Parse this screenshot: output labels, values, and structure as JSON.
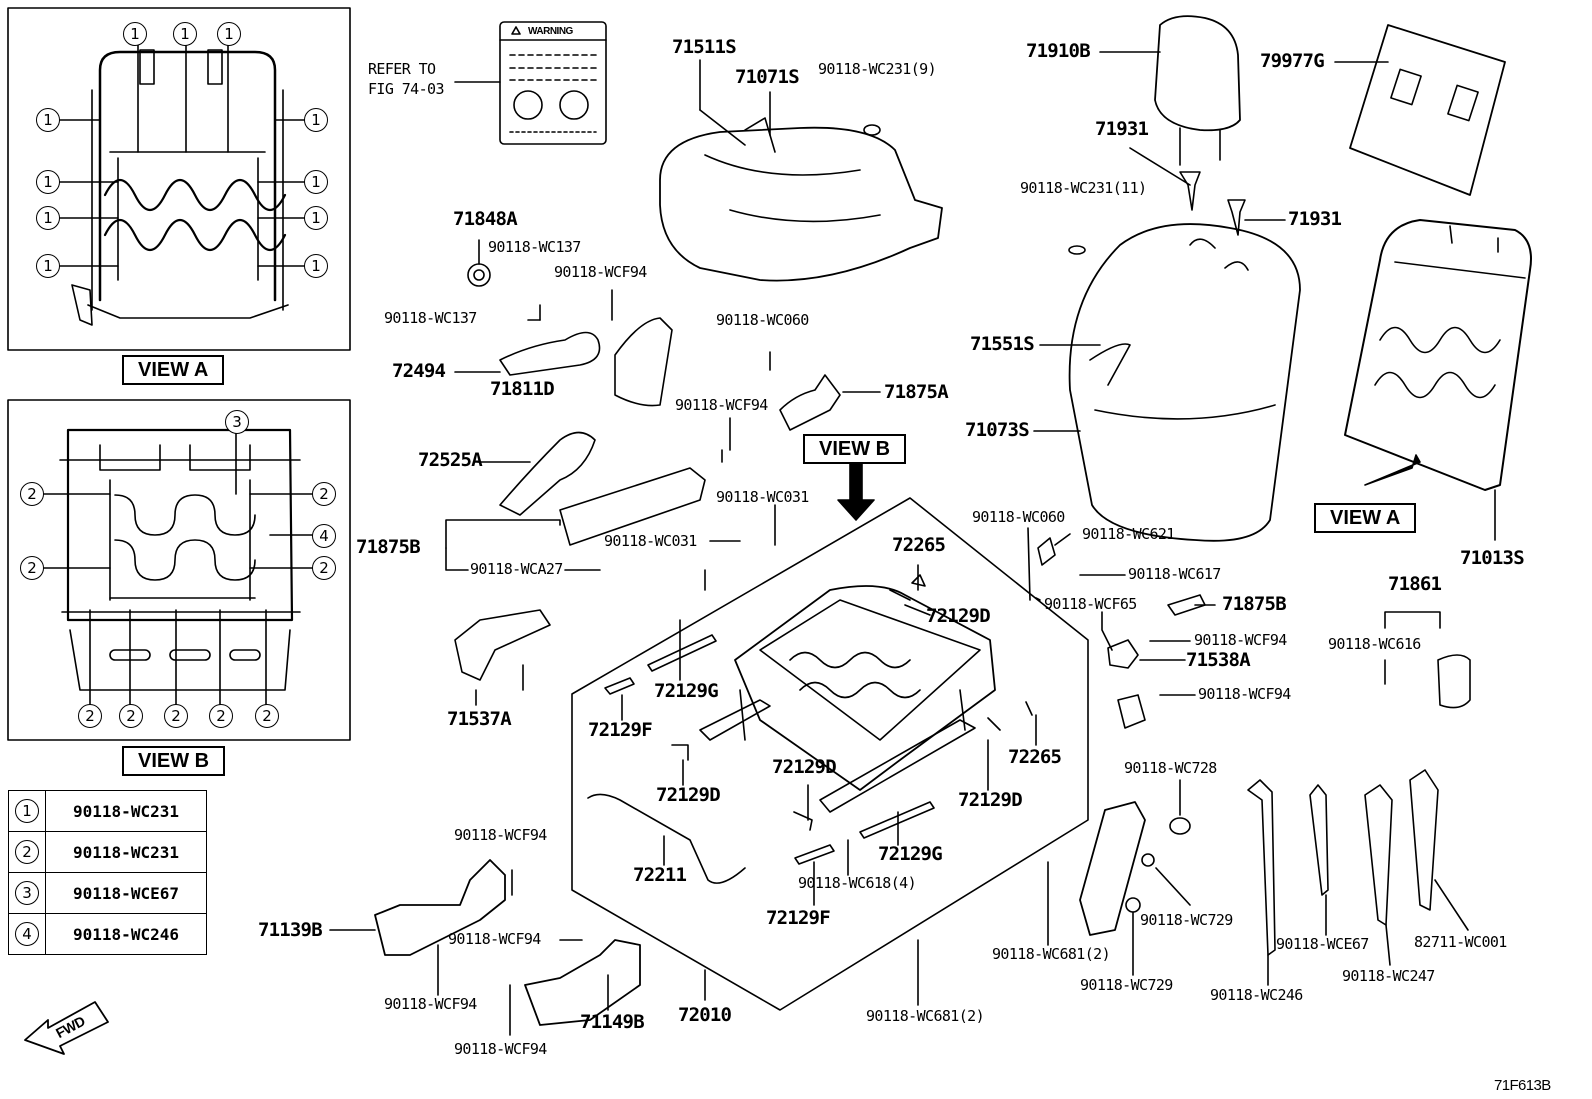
{
  "views": {
    "view_a": "VIEW A",
    "view_b": "VIEW B",
    "view_b_arrow": "VIEW B",
    "view_a_arrow": "VIEW A"
  },
  "refer": {
    "line1": "REFER TO",
    "line2": "FIG 74-03"
  },
  "warning_label": "WARNING",
  "fwd": "FWD",
  "figure_code": "71F613B",
  "legend": [
    {
      "key": "1",
      "part": "90118-WC231"
    },
    {
      "key": "2",
      "part": "90118-WC231"
    },
    {
      "key": "3",
      "part": "90118-WCE67"
    },
    {
      "key": "4",
      "part": "90118-WC246"
    }
  ],
  "view_a_markers": [
    "1",
    "1",
    "1",
    "1",
    "1",
    "1",
    "1",
    "1",
    "1",
    "1",
    "1"
  ],
  "view_b_markers": [
    "3",
    "2",
    "2",
    "4",
    "2",
    "2",
    "2",
    "2",
    "2",
    "2",
    "2"
  ],
  "parts": {
    "p71511S": "71511S",
    "p71071S": "71071S",
    "p90118WC231_9": "90118-WC231(9)",
    "p71910B": "71910B",
    "p79977G": "79977G",
    "p71931a": "71931",
    "p90118WC231_11": "90118-WC231(11)",
    "p71931b": "71931",
    "p71551S": "71551S",
    "p71073S": "71073S",
    "p71013S": "71013S",
    "p71848A": "71848A",
    "p90118WC137a": "90118-WC137",
    "p90118WCF94a": "90118-WCF94",
    "p90118WC137b": "90118-WC137",
    "p72494": "72494",
    "p71811D": "71811D",
    "p90118WC060a": "90118-WC060",
    "p71875A": "71875A",
    "p90118WCF94b": "90118-WCF94",
    "p72525A": "72525A",
    "p90118WC031a": "90118-WC031",
    "p71875B_left": "71875B",
    "p90118WC031b": "90118-WC031",
    "p90118WCA27": "90118-WCA27",
    "p72265a": "72265",
    "p72129Da": "72129D",
    "p90118WC060b": "90118-WC060",
    "p90118WC621": "90118-WC621",
    "p90118WC617": "90118-WC617",
    "p90118WCF65": "90118-WCF65",
    "p71875B_right": "71875B",
    "p90118WCF94c": "90118-WCF94",
    "p71538A": "71538A",
    "p90118WCF94d": "90118-WCF94",
    "p71861": "71861",
    "p90118WC616": "90118-WC616",
    "p71537A": "71537A",
    "p72129Ga": "72129G",
    "p72129Fa": "72129F",
    "p72129Db": "72129D",
    "p72129Dc": "72129D",
    "p72265b": "72265",
    "p72129Dd": "72129D",
    "p72211": "72211",
    "p90118WC618": "90118-WC618(4)",
    "p72129Gb": "72129G",
    "p72129Fb": "72129F",
    "p90118WCF94e": "90118-WCF94",
    "p71139B": "71139B",
    "p90118WCF94f": "90118-WCF94",
    "p90118WCF94g": "90118-WCF94",
    "p90118WCF94h": "90118-WCF94",
    "p71149B": "71149B",
    "p72010": "72010",
    "p90118WC681a": "90118-WC681(2)",
    "p90118WC681b": "90118-WC681(2)",
    "p90118WC728": "90118-WC728",
    "p90118WC729a": "90118-WC729",
    "p90118WC729b": "90118-WC729",
    "p90118WC246": "90118-WC246",
    "p90118WCE67": "90118-WCE67",
    "p90118WC247": "90118-WC247",
    "p82711WC001": "82711-WC001"
  }
}
